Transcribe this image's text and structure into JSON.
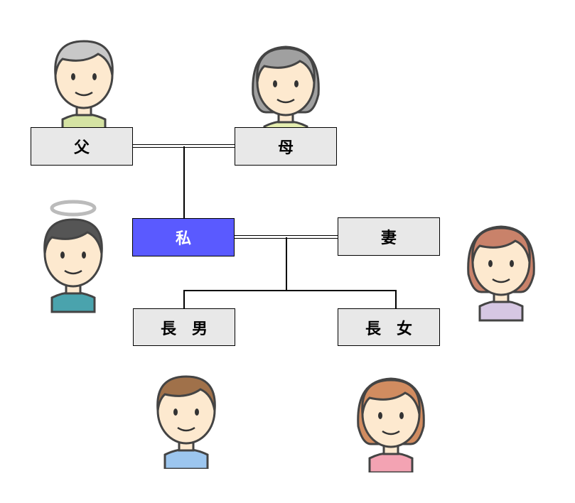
{
  "members": {
    "father": {
      "label": "父"
    },
    "mother": {
      "label": "母"
    },
    "me": {
      "label": "私"
    },
    "wife": {
      "label": "妻"
    },
    "son": {
      "label_1": "長",
      "label_2": "男"
    },
    "daughter": {
      "label_1": "長",
      "label_2": "女"
    }
  },
  "colors": {
    "me_box": "#5a5aff",
    "box": "#e8e8e8",
    "skin": "#fde9cf",
    "outline": "#444444"
  }
}
